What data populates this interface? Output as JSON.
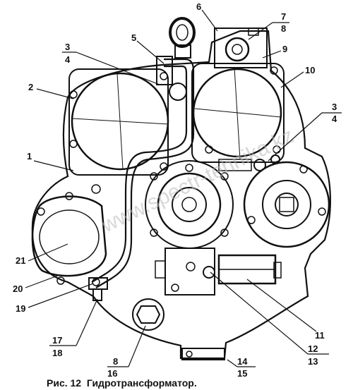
{
  "caption": "Рис. 12  Гидротрансформатор.",
  "watermark": "www.spectr-tehnika.kz",
  "callouts": {
    "c1": "1",
    "c2": "2",
    "c3a": "3",
    "c4a": "4",
    "c5": "5",
    "c6": "6",
    "c7": "7",
    "c8a": "8",
    "c9": "9",
    "c10": "10",
    "c3b": "3",
    "c4b": "4",
    "c11": "11",
    "c12": "12",
    "c13": "13",
    "c14": "14",
    "c15": "15",
    "c8b": "8",
    "c16": "16",
    "c17": "17",
    "c18": "18",
    "c19": "19",
    "c20": "20",
    "c21": "21"
  }
}
